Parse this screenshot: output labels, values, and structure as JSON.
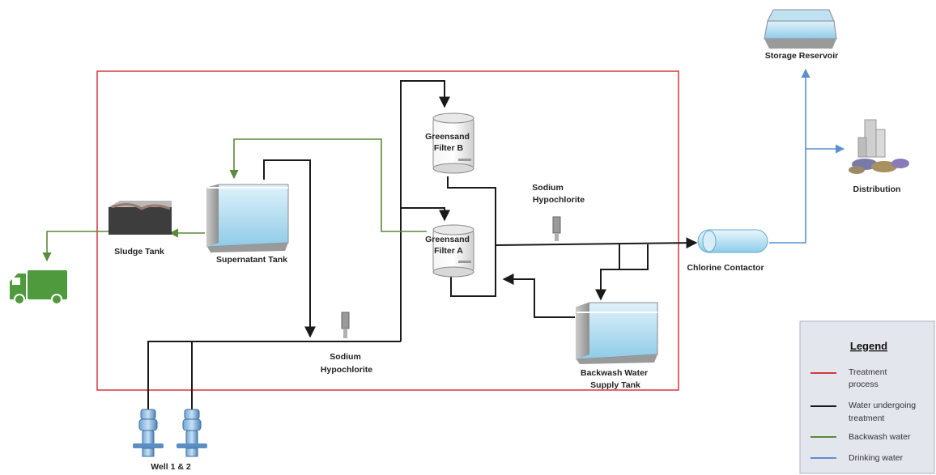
{
  "labels": {
    "storage_reservoir": "Storage Reservoir",
    "distribution": "Distribution",
    "greensand_filter_b": [
      "Greensand",
      "Filter B"
    ],
    "greensand_filter_a": [
      "Greensand",
      "Filter A"
    ],
    "sodium_hypochlorite_top": [
      "Sodium",
      "Hypochlorite"
    ],
    "sodium_hypochlorite_bottom": [
      "Sodium",
      "Hypochlorite"
    ],
    "chlorine_contactor": "Chlorine Contactor",
    "supernatant_tank": "Supernatant Tank",
    "sludge_tank": "Sludge Tank",
    "backwash_supply_tank": [
      "Backwash Water",
      "Supply Tank"
    ],
    "wells": "Well 1 & 2"
  },
  "legend": {
    "title": "Legend",
    "items": [
      {
        "lines": [
          "Treatment",
          "process"
        ],
        "color": "#d9363e"
      },
      {
        "lines": [
          "Water undergoing",
          "treatment"
        ],
        "color": "#1a1a1a"
      },
      {
        "lines": [
          "Backwash water"
        ],
        "color": "#5a8a3a"
      },
      {
        "lines": [
          "Drinking water"
        ],
        "color": "#5b8fd0"
      }
    ]
  },
  "colors": {
    "treatment_process": "#d9363e",
    "water_treatment": "#1a1a1a",
    "backwash": "#5a8a3a",
    "drinking": "#5b8fd0",
    "truck": "#4f9a3c"
  }
}
